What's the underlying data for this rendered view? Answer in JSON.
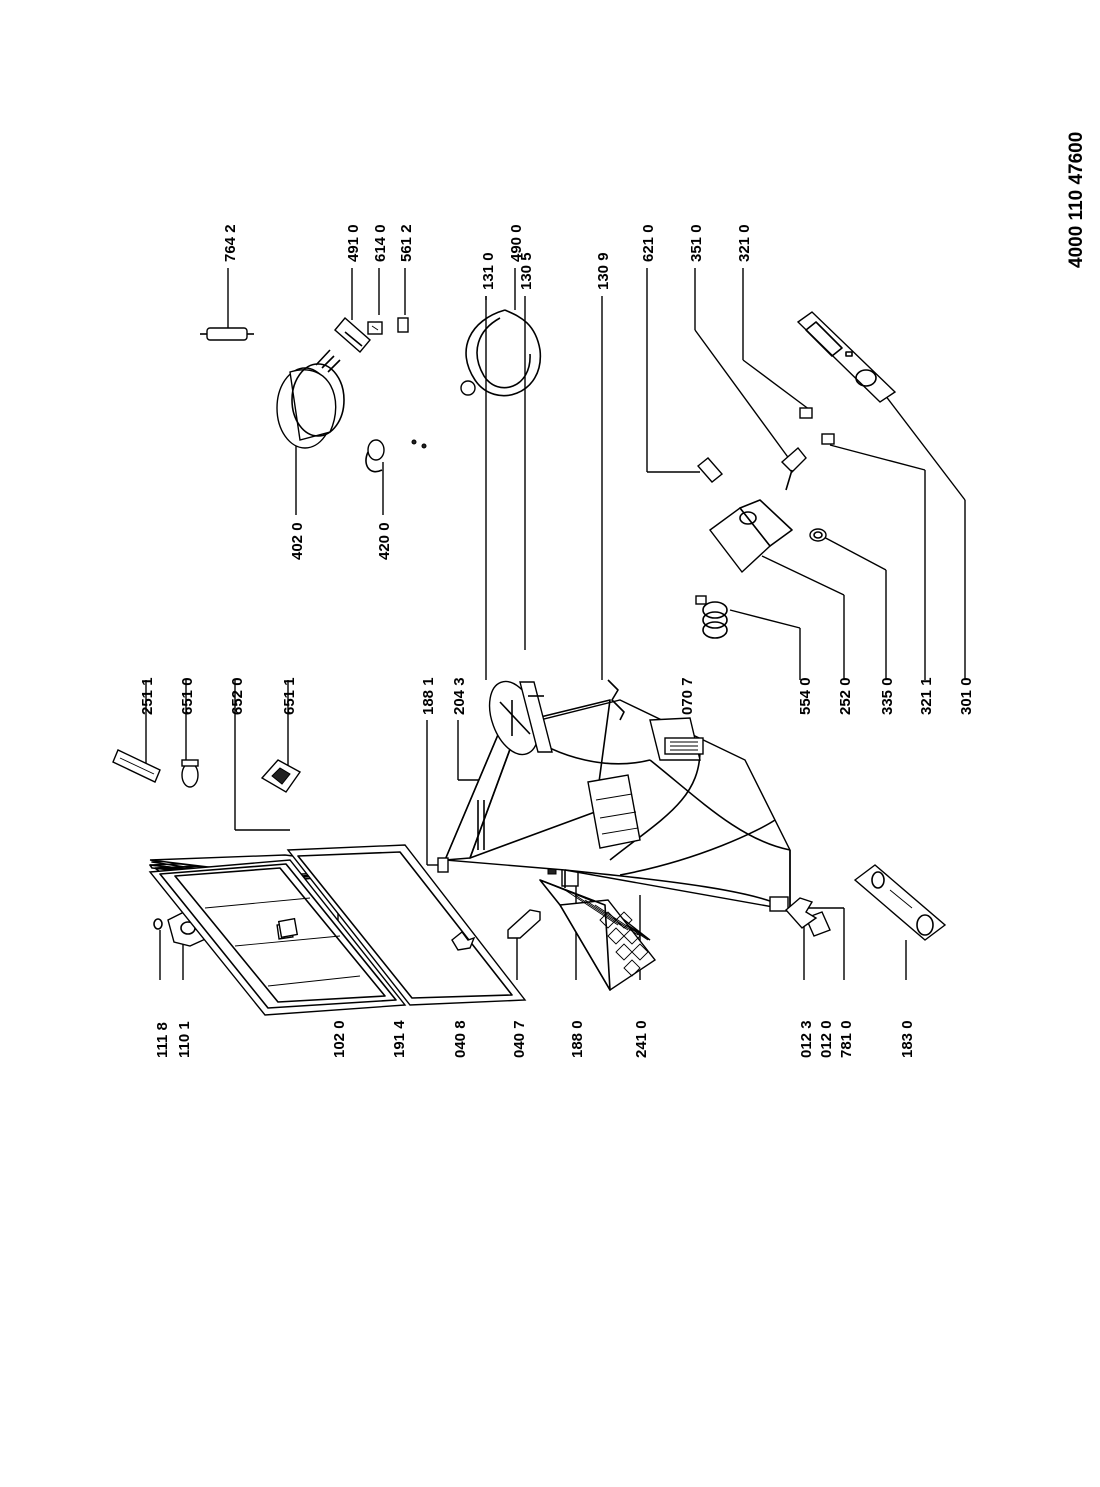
{
  "document_number": "4000 110 47600",
  "labels": {
    "l1118": "111 8",
    "l1101": "110 1",
    "l1020": "102 0",
    "l1914": "191 4",
    "l0408": "040 8",
    "l0407": "040 7",
    "l1880": "188 0",
    "l2410": "241 0",
    "l0123": "012 3",
    "l0120": "012 0",
    "l7810": "781 0",
    "l1830": "183 0",
    "l2511": "251 1",
    "l6510": "651 0",
    "l6520": "652 0",
    "l6511": "651 1",
    "l1881": "188 1",
    "l2043": "204 3",
    "l1310": "131 0",
    "l1305": "130 5",
    "l1309": "130 9",
    "l0707": "070 7",
    "l4020": "402 0",
    "l4200": "420 0",
    "l7642": "764 2",
    "l4910": "491 0",
    "l6140": "614 0",
    "l5612": "561 2",
    "l4900": "490 0",
    "l6210": "621 0",
    "l3510": "351 0",
    "l3210": "321 0",
    "l5540": "554 0",
    "l2520": "252 0",
    "l3350": "335 0",
    "l3211": "321 1",
    "l3010": "301 0"
  }
}
